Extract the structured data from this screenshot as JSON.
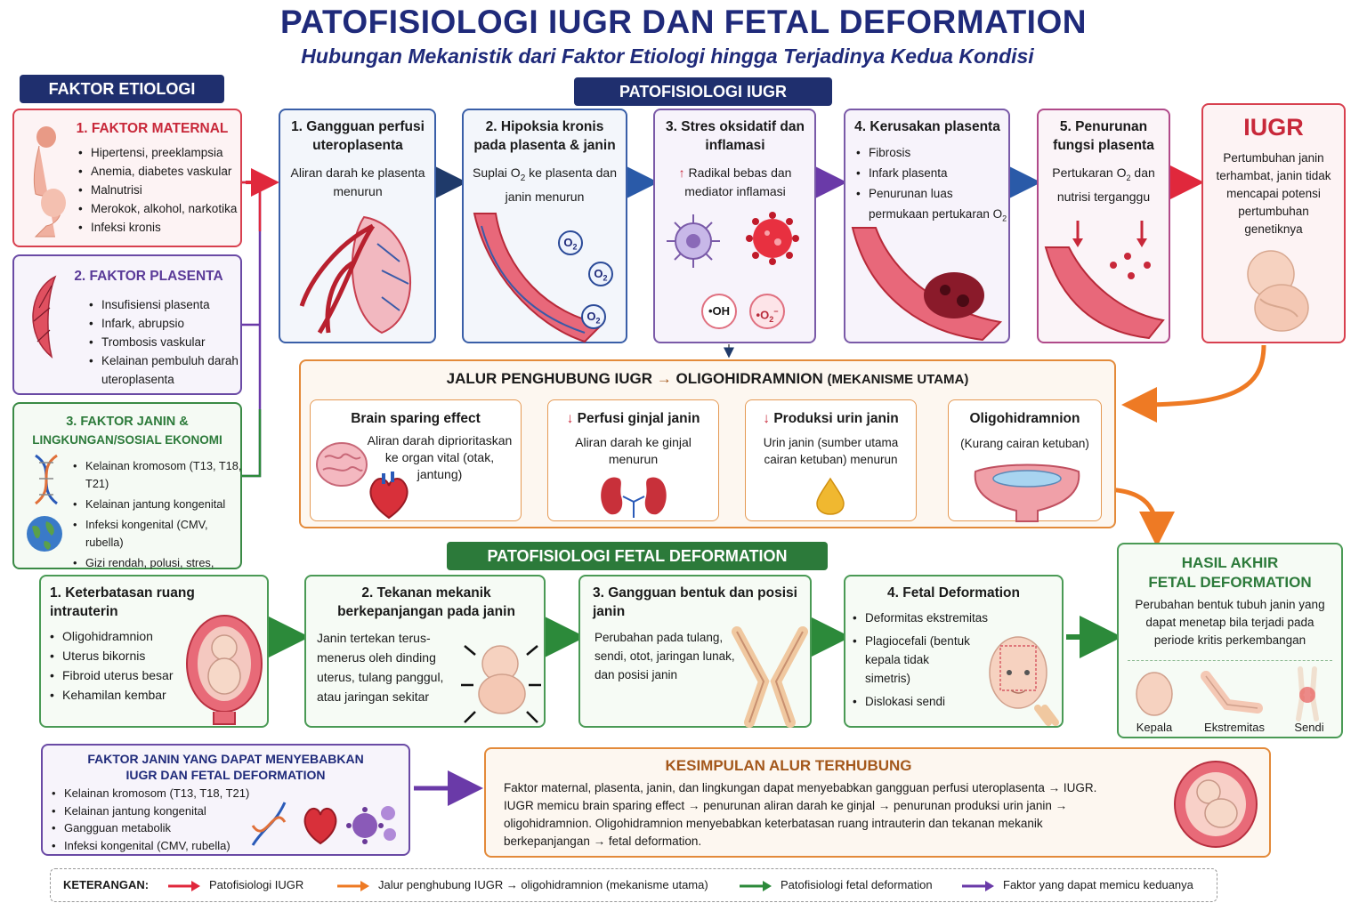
{
  "title": "PATOFISIOLOGI  IUGR DAN FETAL DEFORMATION",
  "subtitle": "Hubungan Mekanistik dari Faktor Etiologi hingga Terjadinya Kedua Kondisi",
  "etiologi": {
    "banner": "FAKTOR ETIOLOGI",
    "maternal": {
      "title": "1. FAKTOR MATERNAL",
      "items": [
        "Hipertensi, preeklampsia",
        "Anemia, diabetes vaskular",
        "Malnutrisi",
        "Merokok, alkohol, narkotika",
        "Infeksi kronis"
      ]
    },
    "plasenta": {
      "title": "2. FAKTOR PLASENTA",
      "items": [
        "Insufisiensi plasenta",
        "Infark, abrupsio",
        "Trombosis vaskular",
        "Kelainan pembuluh darah uteroplasenta"
      ]
    },
    "janin": {
      "title1": "3. FAKTOR JANIN &",
      "title2": "LINGKUNGAN/SOSIAL EKONOMI",
      "items": [
        "Kelainan kromosom (T13, T18, T21)",
        "Kelainan jantung kongenital",
        "Infeksi kongenital (CMV, rubella)",
        "Gizi rendah, polusi, stres, pekerjaan berat"
      ]
    }
  },
  "iugr_path": {
    "banner": "PATOFISIOLOGI IUGR",
    "step1": {
      "title": "1. Gangguan perfusi uteroplasenta",
      "text": "Aliran darah ke plasenta menurun"
    },
    "step2": {
      "title": "2. Hipoksia kronis pada plasenta & janin",
      "text_pre": "Suplai O",
      "text_sub": "2",
      "text_post": " ke plasenta dan janin menurun",
      "o2": "O",
      "o2sub": "2"
    },
    "step3": {
      "title": "3. Stres oksidatif dan inflamasi",
      "arrow": "↑",
      "text": " Radikal bebas dan mediator inflamasi",
      "oh": "•OH",
      "o2r": "•O",
      "o2r_sub": "2",
      "o2r_sup": "−"
    },
    "step4": {
      "title": "4. Kerusakan plasenta",
      "items": [
        "Fibrosis",
        "Infark plasenta",
        "Penurunan luas permukaan pertukaran O"
      ],
      "sub": "2"
    },
    "step5": {
      "title": "5. Penurunan fungsi plasenta",
      "text_pre": "Pertukaran O",
      "text_sub": "2",
      "text_post": " dan nutrisi terganggu"
    },
    "iugr": {
      "title": "IUGR",
      "text": "Pertumbuhan janin terhambat, janin tidak mencapai potensi pertumbuhan genetiknya"
    }
  },
  "jalur": {
    "title_pre": "JALUR PENGHUBUNG IUGR",
    "title_arrow": "→",
    "title_mid": "OLIGOHIDRAMNION",
    "title_post": "(MEKANISME UTAMA)",
    "c1": {
      "title": "Brain sparing effect",
      "text": "Aliran darah diprioritaskan ke organ vital (otak, jantung)"
    },
    "c2": {
      "arrow": "↓",
      "title": " Perfusi ginjal janin",
      "text": "Aliran darah ke ginjal menurun"
    },
    "c3": {
      "arrow": "↓",
      "title": " Produksi urin janin",
      "text": "Urin janin (sumber utama cairan ketuban) menurun"
    },
    "c4": {
      "title": "Oligohidramnion",
      "text": "(Kurang cairan ketuban)"
    }
  },
  "fd_path": {
    "banner": "PATOFISIOLOGI FETAL DEFORMATION",
    "s1": {
      "title": "1. Keterbatasan ruang intrauterin",
      "items": [
        "Oligohidramnion",
        "Uterus bikornis",
        "Fibroid uterus besar",
        "Kehamilan kembar"
      ]
    },
    "s2": {
      "title": "2. Tekanan mekanik berkepanjangan pada janin",
      "text": "Janin tertekan terus-menerus oleh dinding uterus, tulang panggul, atau jaringan sekitar"
    },
    "s3": {
      "title": "3. Gangguan bentuk dan posisi janin",
      "text": "Perubahan pada tulang, sendi, otot, jaringan lunak, dan posisi janin"
    },
    "s4": {
      "title": "4. Fetal Deformation",
      "items": [
        "Deformitas ekstremitas",
        "Plagiocefali (bentuk kepala tidak simetris)",
        "Dislokasi sendi"
      ]
    },
    "hasil": {
      "title1": "HASIL AKHIR",
      "title2": "FETAL DEFORMATION",
      "text": "Perubahan bentuk tubuh janin yang dapat menetap bila terjadi pada periode kritis perkembangan",
      "labels": [
        "Kepala",
        "Ekstremitas",
        "Sendi"
      ]
    }
  },
  "faktor_keduanya": {
    "title1": "FAKTOR JANIN YANG DAPAT MENYEBABKAN",
    "title2": "IUGR DAN FETAL DEFORMATION",
    "items": [
      "Kelainan kromosom (T13, T18, T21)",
      "Kelainan jantung kongenital",
      "Gangguan metabolik",
      "Infeksi kongenital (CMV, rubella)"
    ]
  },
  "kesimpulan": {
    "title": "KESIMPULAN ALUR TERHUBUNG",
    "lines": [
      "Faktor maternal, plasenta, janin, dan lingkungan dapat menyebabkan gangguan perfusi uteroplasenta → IUGR.",
      "IUGR memicu brain sparing effect → penurunan aliran darah ke ginjal → penurunan produksi urin janin →",
      "oligohidramnion. Oligohidramnion menyebabkan keterbatasan ruang intrauterin dan tekanan mekanik",
      "berkepanjangan → fetal deformation."
    ]
  },
  "legend": {
    "label": "KETERANGAN:",
    "items": [
      "Patofisiologi IUGR",
      "Jalur penghubung IUGR → oligohidramnion (mekanisme utama)",
      "Patofisiologi fetal deformation",
      "Faktor yang dapat memicu keduanya"
    ]
  },
  "colors": {
    "navy": "#1f2f6e",
    "red": "#e0283c",
    "orange": "#ee7a24",
    "green": "#2c8a3a",
    "purple": "#6a3aa8",
    "blue": "#2a5aa8"
  }
}
